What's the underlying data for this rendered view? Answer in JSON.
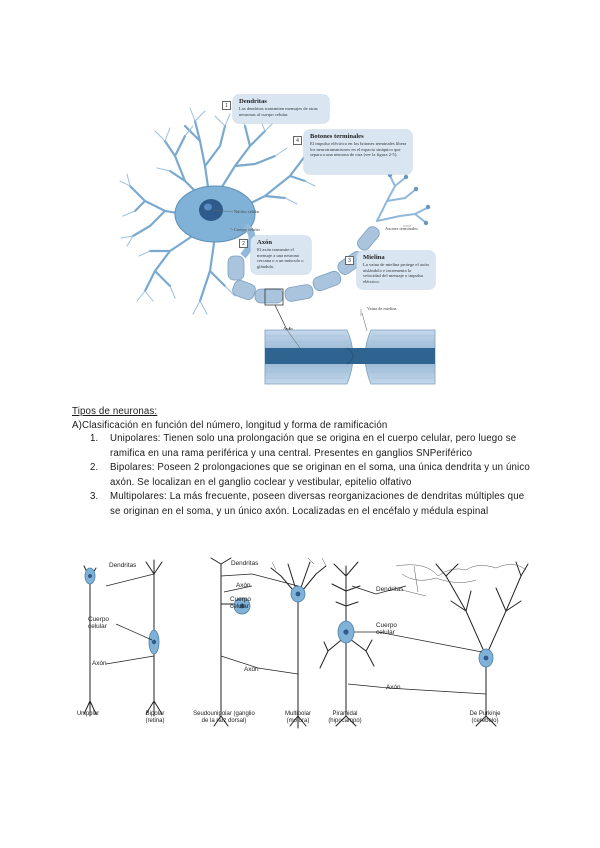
{
  "top_figure": {
    "callouts": [
      {
        "num": "1",
        "title": "Dendritas",
        "body": "Las dendritas transmiten mensajes de otras neuronas al cuerpo celular."
      },
      {
        "num": "4",
        "title": "Botones terminales",
        "body": "El impulso eléctrico en los botones terminales libera los neurotransmisores en el espacio sináptico que separa a una neurona de otra (ver la figura 2-5)."
      },
      {
        "num": "2",
        "title": "Axón",
        "body": "El axón transmite el mensaje a una neurona cercana o a un músculo o glándula."
      },
      {
        "num": "3",
        "title": "Mielina",
        "body": "La vaina de mielina protege el axón aislándolo e incrementa la velocidad del mensaje o impulso eléctrico."
      }
    ],
    "labels": {
      "nucleus": "Núcleo celular",
      "cell_body": "Cuerpo celular",
      "terminal_axons": "Axones terminales",
      "myelin_sheath": "Vaina de mielina",
      "axon_inset": "Axón"
    }
  },
  "text": {
    "heading": "Tipos de neuronas:",
    "classification": "A)Clasificación en función del número, longitud y forma de ramificación",
    "items": [
      {
        "num": "1.",
        "text": "Unipolares: Tienen solo una prolongación que se origina en el cuerpo celular, pero luego se ramifica en una rama periférica y una central. Presentes en ganglios SNPeriférico"
      },
      {
        "num": "2.",
        "text": "Bipolares: Poseen 2 prolongaciones que se originan en el soma, una única dendrita y un único axón. Se localizan en el ganglio coclear y vestibular, epitelio olfativo"
      },
      {
        "num": "3.",
        "text": "Multipolares: La más frecuente, poseen diversas reorganizaciones de dendritas múltiples que se originan en el soma, y un único axón. Localizadas en el encéfalo y médula espinal"
      }
    ]
  },
  "bottom_figure": {
    "labels": {
      "dendritas_1": "Dendritas",
      "cuerpo_celular_1": "Cuerpo\ncelular",
      "axon_1": "Axón",
      "dendritas_2": "Dendritas",
      "axon_2": "Axón",
      "cuerpo_celular_2": "Cuerpo\ncelular",
      "axon_3": "Axón",
      "dendritas_3": "Dendritas",
      "cuerpo_celular_3": "Cuerpo\ncelular",
      "axon_4": "Axón"
    },
    "captions": [
      "Unipolar",
      "Bipolar\n(retina)",
      "Seudounipolar (ganglio\nde la raíz dorsal)",
      "Multipolar\n(motora)",
      "Piramidal\n(hipocampo)",
      "De Purkinje\n(cerebelo)"
    ]
  },
  "colors": {
    "callout_bg": "#d9e6f2",
    "soma_blue": "#7fb2d6",
    "nucleus": "#2e5a8c",
    "myelin": "#a9c4dc",
    "text": "#1a1a1a"
  }
}
